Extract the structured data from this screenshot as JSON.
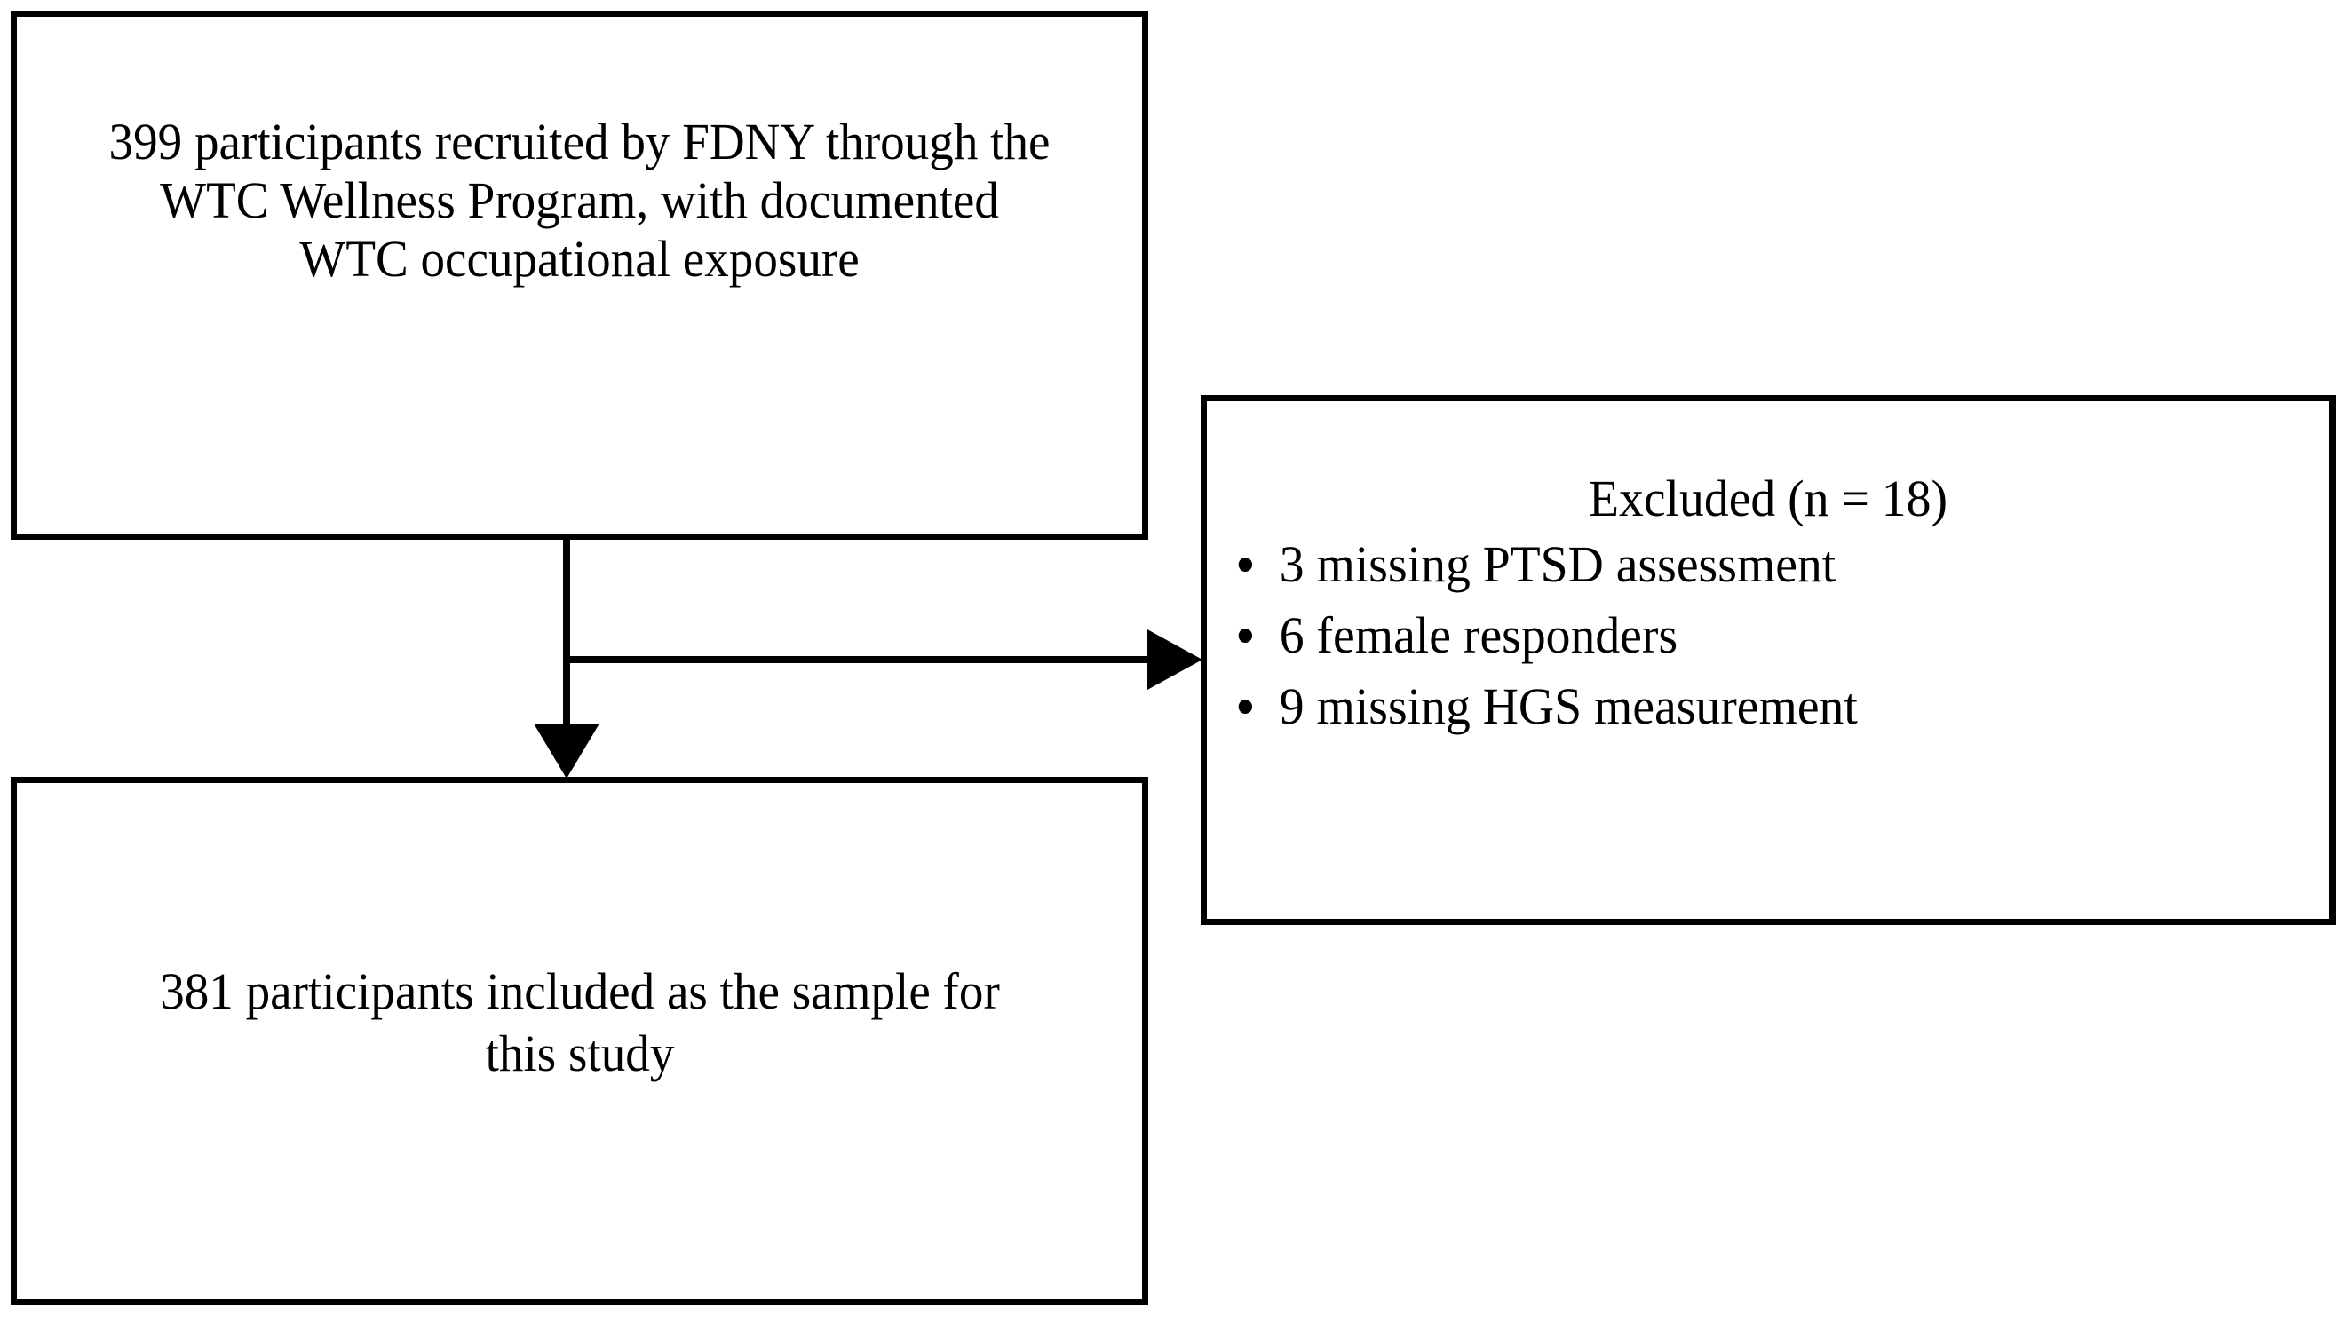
{
  "diagram": {
    "type": "participant-flow-diagram",
    "background_color": "#ffffff",
    "line_color": "#000000",
    "boxes": {
      "recruited": {
        "text": "399 participants recruited by FDNY through the WTC Wellness Program, with documented WTC occupational exposure",
        "count": 399
      },
      "excluded": {
        "title": "Excluded (n = 18)",
        "count": 18,
        "reasons": [
          "3 missing PTSD assessment",
          "6 female responders",
          "9 missing HGS measurement"
        ],
        "bullet_icon": "bullet-dot"
      },
      "included": {
        "text": "381 participants included as the sample for this study",
        "count": 381
      }
    },
    "connectors": {
      "down_arrow": "arrow-down-icon",
      "right_arrow": "arrow-right-icon"
    }
  }
}
